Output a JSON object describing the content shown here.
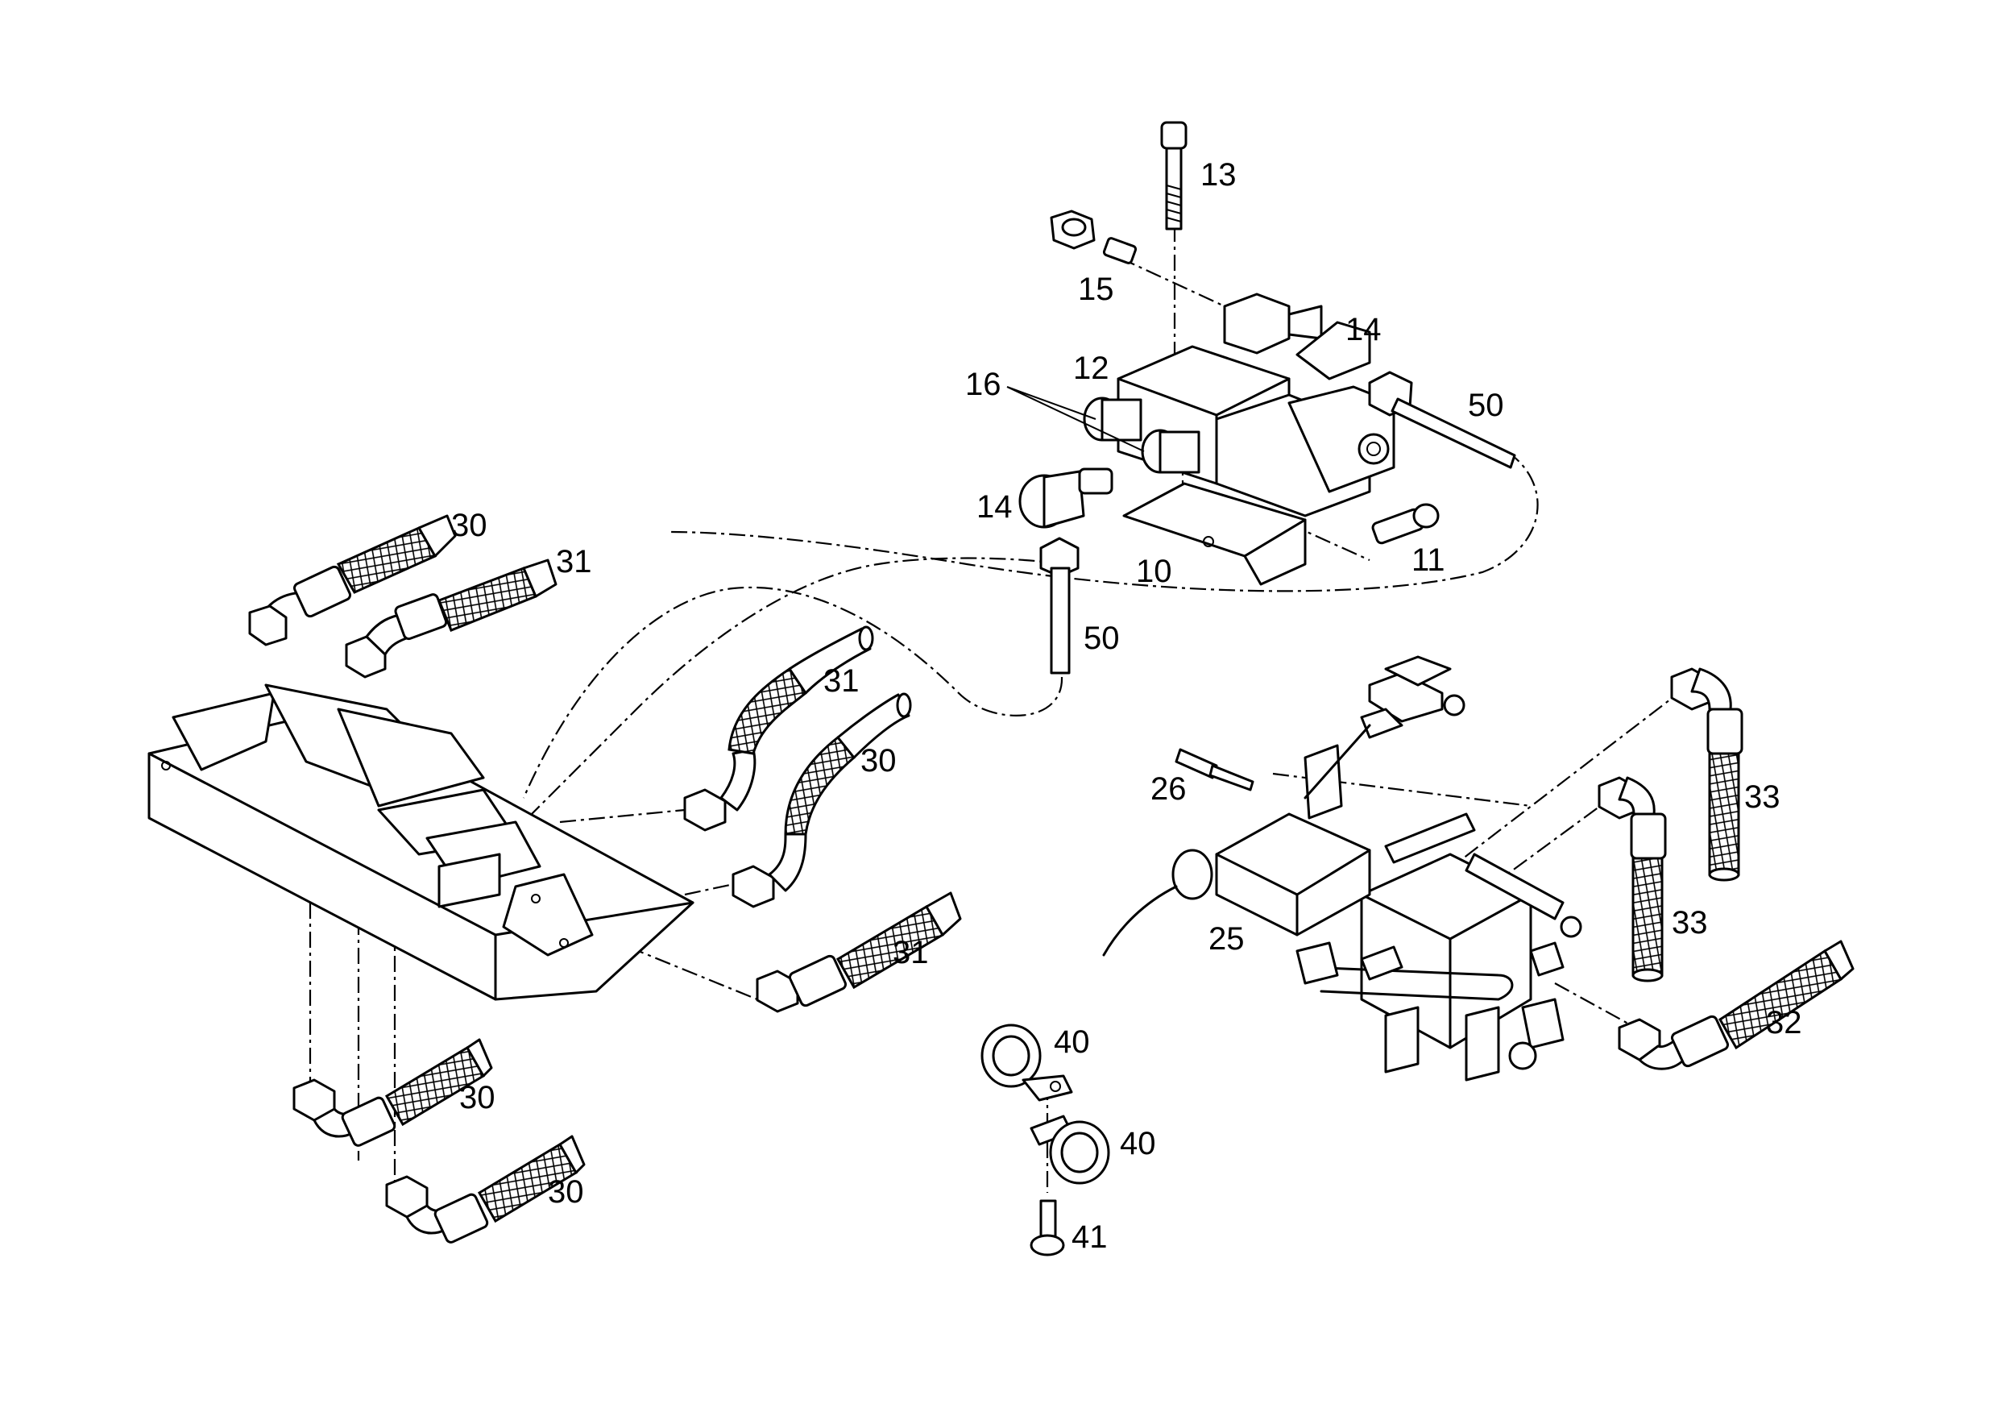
{
  "diagram": {
    "callouts": {
      "c13": "13",
      "c15": "15",
      "c14a": "14",
      "c12": "12",
      "c16": "16",
      "c50a": "50",
      "c14b": "14",
      "c10": "10",
      "c11": "11",
      "c50b": "50",
      "c30a": "30",
      "c31a": "31",
      "c31b": "31",
      "c30b": "30",
      "c31c": "31",
      "c30c": "30",
      "c30d": "30",
      "c26": "26",
      "c25": "25",
      "c33a": "33",
      "c33b": "33",
      "c32": "32",
      "c40a": "40",
      "c40b": "40",
      "c41": "41"
    }
  }
}
